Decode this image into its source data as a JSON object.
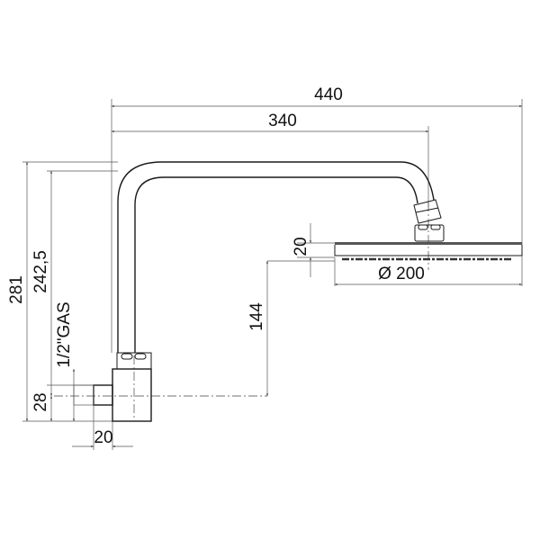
{
  "drawing": {
    "dimensions": {
      "overall_length": "440",
      "arm_length": "340",
      "head_thickness": "20",
      "head_diameter": "Ø 200",
      "head_height_from_inlet": "144",
      "overall_height": "281",
      "arm_height": "242,5",
      "thread": "1/2\"GAS",
      "inlet_height": "28",
      "inlet_depth": "20"
    },
    "line_color": "#1a1a1a"
  }
}
